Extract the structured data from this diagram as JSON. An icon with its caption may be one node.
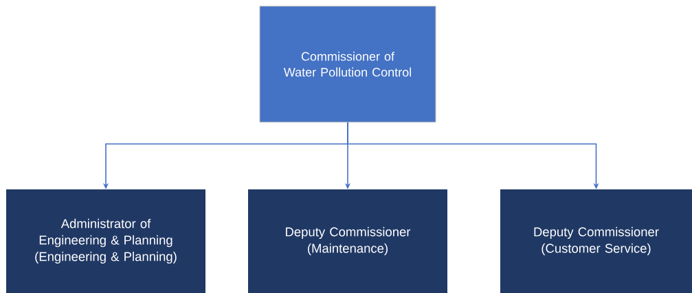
{
  "diagram": {
    "nodes": [
      {
        "text": [
          "Commissioner of Water Pollution Control"
        ]
      },
      {
        "text": [
          "Administrator of Engineering & Planning (Engineering & Planning)"
        ]
      },
      {
        "text": [
          "Deputy Commissioner (Maintenance)"
        ]
      },
      {
        "text": [
          "Deputy Commissioner (Customer Service)"
        ]
      }
    ],
    "edges": [
      {
        "from": 0,
        "to": 1,
        "arrow": "to"
      },
      {
        "from": 0,
        "to": 2,
        "arrow": "to"
      },
      {
        "from": 0,
        "to": 3,
        "arrow": "to"
      }
    ]
  }
}
